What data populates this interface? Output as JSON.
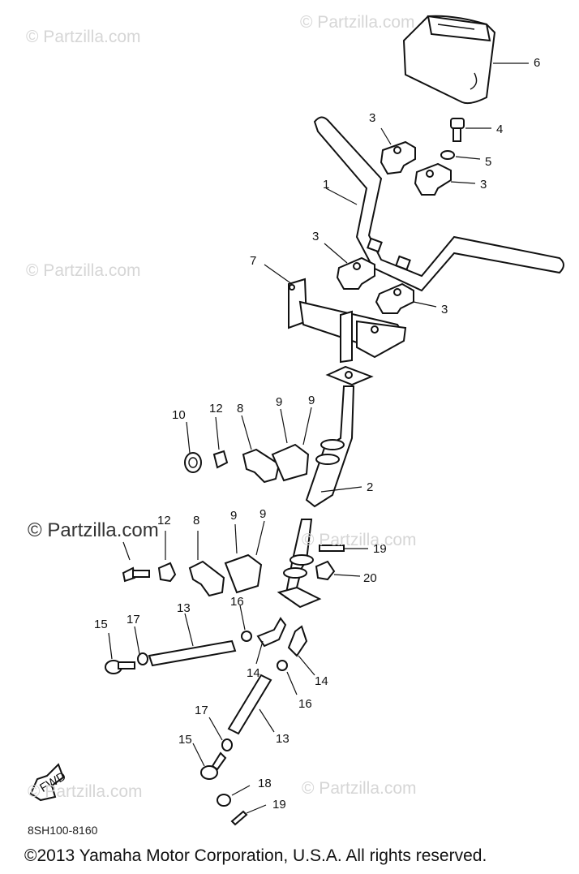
{
  "watermarks": [
    "© Partzilla.com",
    "© Partzilla.com",
    "© Partzilla.com",
    "© Partzilla.com",
    "© Partzilla.com",
    "© Partzilla.com",
    "© Partzilla.com"
  ],
  "callouts": [
    "1",
    "2",
    "3",
    "3",
    "3",
    "3",
    "4",
    "5",
    "6",
    "7",
    "8",
    "8",
    "9",
    "9",
    "9",
    "9",
    "10",
    "12",
    "12",
    "13",
    "13",
    "14",
    "14",
    "15",
    "15",
    "16",
    "16",
    "17",
    "17",
    "18",
    "19",
    "19",
    "20"
  ],
  "fwd_label": "FWD",
  "diagram_code": "8SH100-8160",
  "copyright": "©2013  Yamaha Motor Corporation, U.S.A. All rights reserved."
}
